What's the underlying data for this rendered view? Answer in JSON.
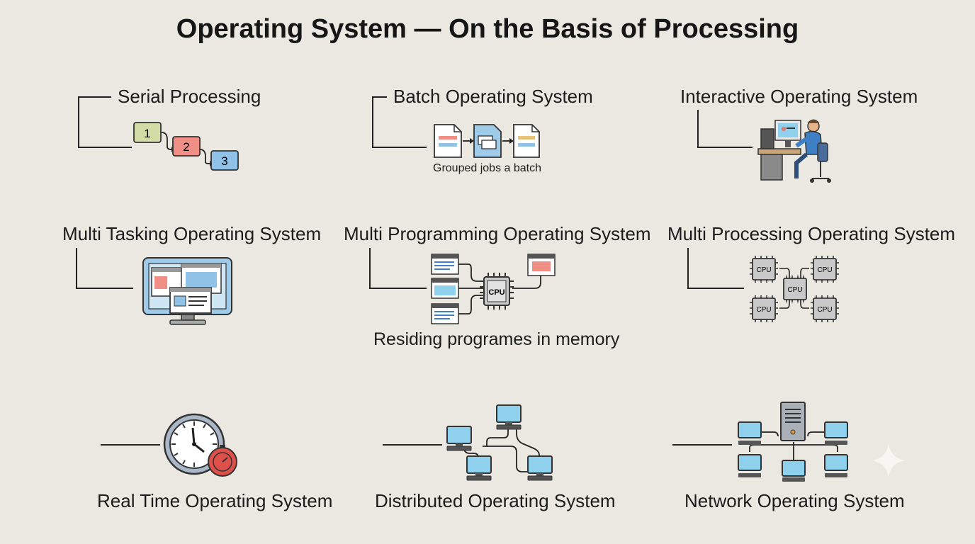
{
  "title": "Operating System — On the Basis of Processing",
  "sections": {
    "serial": {
      "label": "Serial Processing",
      "steps": [
        "1",
        "2",
        "3"
      ]
    },
    "batch": {
      "label": "Batch Operating System",
      "caption": "Grouped jobs a batch"
    },
    "interactive": {
      "label": "Interactive Operating System"
    },
    "multitasking": {
      "label": "Multi Tasking Operating System"
    },
    "multiprogramming": {
      "label": "Multi Programming Operating System",
      "cpu": "CPU",
      "caption": "Residing programes in memory"
    },
    "multiprocessing": {
      "label": "Multi Processing Operating System",
      "cpu": "CPU"
    },
    "realtime": {
      "label": "Real Time Operating System"
    },
    "distributed": {
      "label": "Distributed Operating System"
    },
    "network": {
      "label": "Network Operating System"
    }
  },
  "colors": {
    "background": "#ebe8e2",
    "box1": "#d4dca6",
    "box2": "#f08f86",
    "box3": "#8fc2e6",
    "screen": "#8fd0ec",
    "chip": "#c9c9c9",
    "alarm": "#e0504a"
  }
}
